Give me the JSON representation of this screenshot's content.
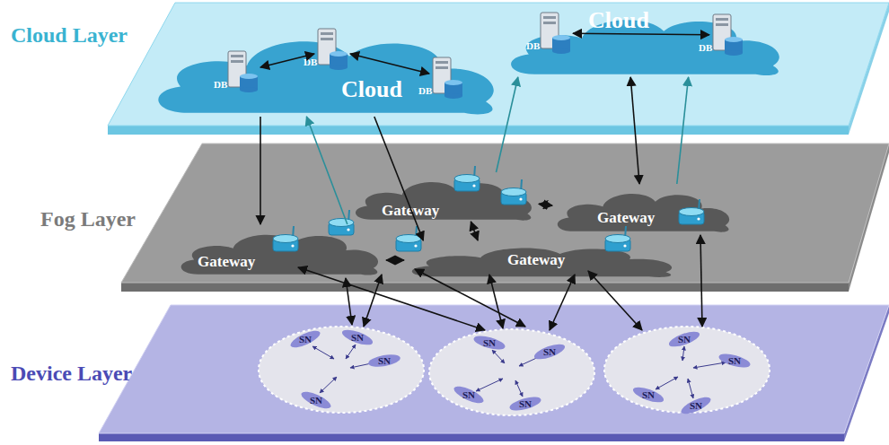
{
  "diagram": {
    "nodes": [
      {
        "text": [
          "Cloud Layer"
        ]
      },
      {
        "text": [
          "Cloud"
        ],
        "in": 0
      },
      {
        "text": [
          "DB"
        ],
        "in": 1
      },
      {
        "text": [
          "DB"
        ],
        "in": 1
      },
      {
        "text": [
          "DB"
        ],
        "in": 1
      },
      {
        "text": [
          "Cloud"
        ],
        "in": 0
      },
      {
        "text": [
          "DB"
        ],
        "in": 5
      },
      {
        "text": [
          "DB"
        ],
        "in": 5
      },
      {
        "text": [
          "Fog Layer"
        ]
      },
      {
        "text": [
          "Gateway"
        ],
        "in": 8
      },
      {
        "text": [
          "Gateway"
        ],
        "in": 8
      },
      {
        "text": [
          "Gateway"
        ],
        "in": 8
      },
      {
        "text": [
          "Gateway"
        ],
        "in": 8
      },
      {
        "text": [
          "Device Layer"
        ]
      },
      {
        "text": [
          "SN"
        ],
        "in": 13
      },
      {
        "text": [
          "SN"
        ],
        "in": 13
      },
      {
        "text": [
          "SN"
        ],
        "in": 13
      },
      {
        "text": [
          "SN"
        ],
        "in": 13
      },
      {
        "text": [
          "SN"
        ],
        "in": 13
      },
      {
        "text": [
          "SN"
        ],
        "in": 13
      },
      {
        "text": [
          "SN"
        ],
        "in": 13
      },
      {
        "text": [
          "SN"
        ],
        "in": 13
      },
      {
        "text": [
          "SN"
        ],
        "in": 13
      },
      {
        "text": [
          "SN"
        ],
        "in": 13
      },
      {
        "text": [
          "SN"
        ],
        "in": 13
      },
      {
        "text": [
          "SN"
        ],
        "in": 13
      }
    ],
    "edges": [
      {
        "from": 2,
        "to": 3,
        "arrow": "both"
      },
      {
        "from": 3,
        "to": 4,
        "arrow": "both"
      },
      {
        "from": 6,
        "to": 7,
        "arrow": "both"
      },
      {
        "from": 1,
        "to": 11,
        "arrow": "to"
      },
      {
        "from": 11,
        "to": 1,
        "arrow": "to"
      },
      {
        "from": 1,
        "to": 12,
        "arrow": "to"
      },
      {
        "from": 9,
        "to": 5,
        "arrow": "to"
      },
      {
        "from": 5,
        "to": 10,
        "arrow": "both"
      },
      {
        "from": 10,
        "to": 5,
        "arrow": "to"
      },
      {
        "from": 11,
        "to": 12,
        "arrow": "both"
      },
      {
        "from": 9,
        "to": 12,
        "arrow": "both"
      },
      {
        "from": 9,
        "to": 10,
        "arrow": "both"
      }
    ]
  }
}
